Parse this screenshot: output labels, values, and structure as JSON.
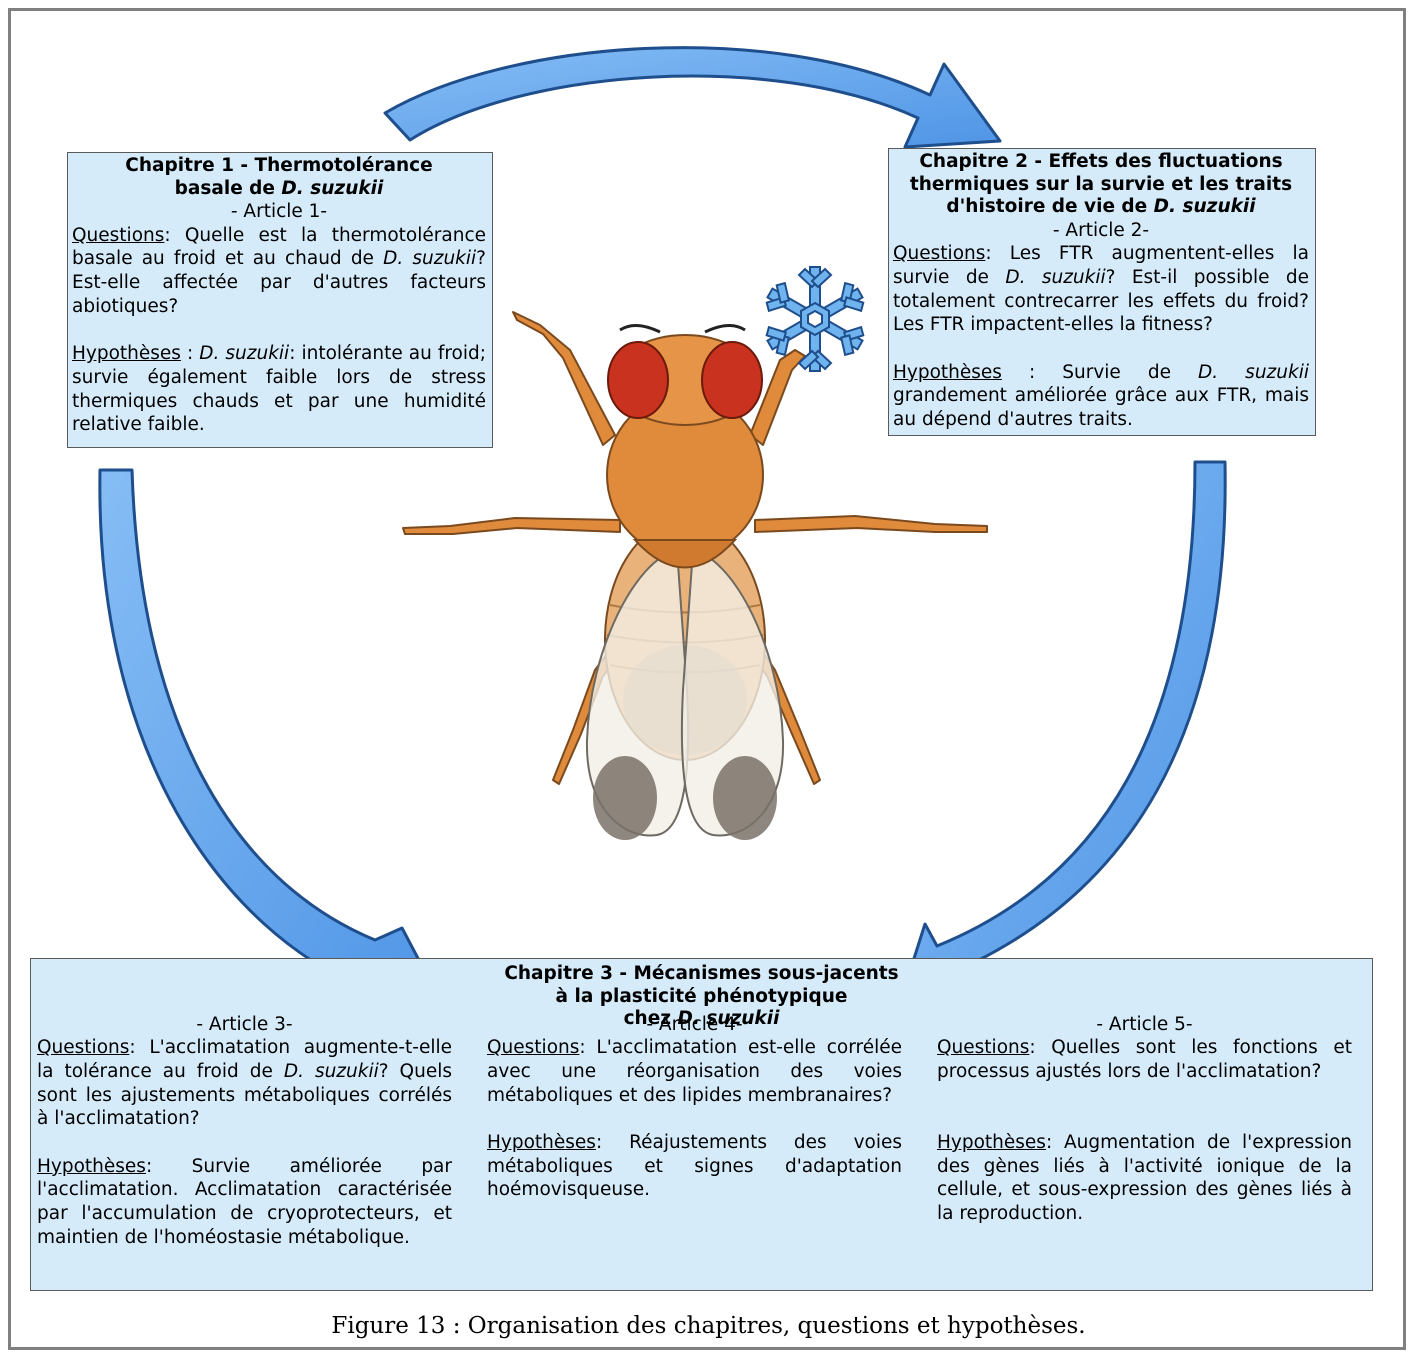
{
  "box1": {
    "title_line1": "Chapitre 1 - Thermotolérance",
    "title_line2_pre": "basale de ",
    "title_line2_species": "D. suzukii",
    "article": "- Article 1-",
    "questions_label": "Questions",
    "questions_pre": ": Quelle est  la thermotolérance basale au froid et au chaud de ",
    "questions_species": "D. suzukii",
    "questions_post": "? Est-elle affectée par d'autres facteurs abiotiques?",
    "hypotheses_label": "Hypothèses",
    "hypotheses_sep": " : ",
    "hypotheses_species": "D. suzukii",
    "hypotheses_post": ": intolérante au froid; survie également  faible lors de stress thermiques chauds et par une humidité  relative faible."
  },
  "box2": {
    "title_line1": "Chapitre 2 - Effets des fluctuations",
    "title_line2": "thermiques sur la survie et les traits",
    "title_line3_pre": "d'histoire de vie de ",
    "title_line3_species": "D. suzukii",
    "article": "- Article 2-",
    "questions_label": "Questions",
    "questions_pre": ": Les FTR augmentent-elles la survie de ",
    "questions_species": "D. suzukii",
    "questions_post": "? Est-il possible de totalement contrecarrer les effets du froid? Les FTR impactent-elles la fitness?",
    "hypotheses_label": "Hypothèses",
    "hypotheses_pre": " : Survie de ",
    "hypotheses_species": "D. suzukii",
    "hypotheses_post": " grandement améliorée grâce aux FTR, mais au dépend d'autres traits."
  },
  "box3": {
    "title_line1": "Chapitre 3 - Mécanismes sous-jacents",
    "title_line2": "à la plasticité phénotypique",
    "title_line3_pre": "chez ",
    "title_line3_species": "D. suzukii",
    "col1": {
      "article": "- Article 3-",
      "questions_label": "Questions",
      "questions_pre": ": L'acclimatation augmente-t-elle la tolérance au froid de ",
      "questions_species": "D. suzukii",
      "questions_post": "? Quels sont les ajustements métaboliques corrélés à l'acclimatation?",
      "hypotheses_label": "Hypothèses",
      "hypotheses_text": ": Survie améliorée par l'acclimatation. Acclimatation caractérisée par l'accumulation de cryoprotecteurs, et maintien de l'homéostasie métabolique."
    },
    "col2": {
      "article": "- Article 4-",
      "questions_label": "Questions",
      "questions_text": ": L'acclimatation est-elle corrélée avec une réorganisation des voies métaboliques et des lipides membranaires?",
      "hypotheses_label": "Hypothèses",
      "hypotheses_text": ": Réajustements des voies métaboliques et signes d'adaptation hoémovisqueuse."
    },
    "col3": {
      "article": "- Article 5-",
      "questions_label": "Questions",
      "questions_text": ": Quelles sont les fonctions et processus ajustés lors de l'acclimatation?",
      "hypotheses_label": "Hypothèses",
      "hypotheses_text": ": Augmentation de l'expression des gènes liés à l'activité ionique de la cellule, et sous-expression des gènes liés à la reproduction."
    }
  },
  "caption": "Figure 13 : Organisation des chapitres, questions et hypothèses.",
  "colors": {
    "box_fill": "#d6ebfa",
    "arrow_fill": "#6aaaf0",
    "arrow_edge": "#1f4e8c",
    "fly_body": "#e08a3c",
    "fly_eye": "#c8321e",
    "snowflake": "#6fb4ee"
  }
}
